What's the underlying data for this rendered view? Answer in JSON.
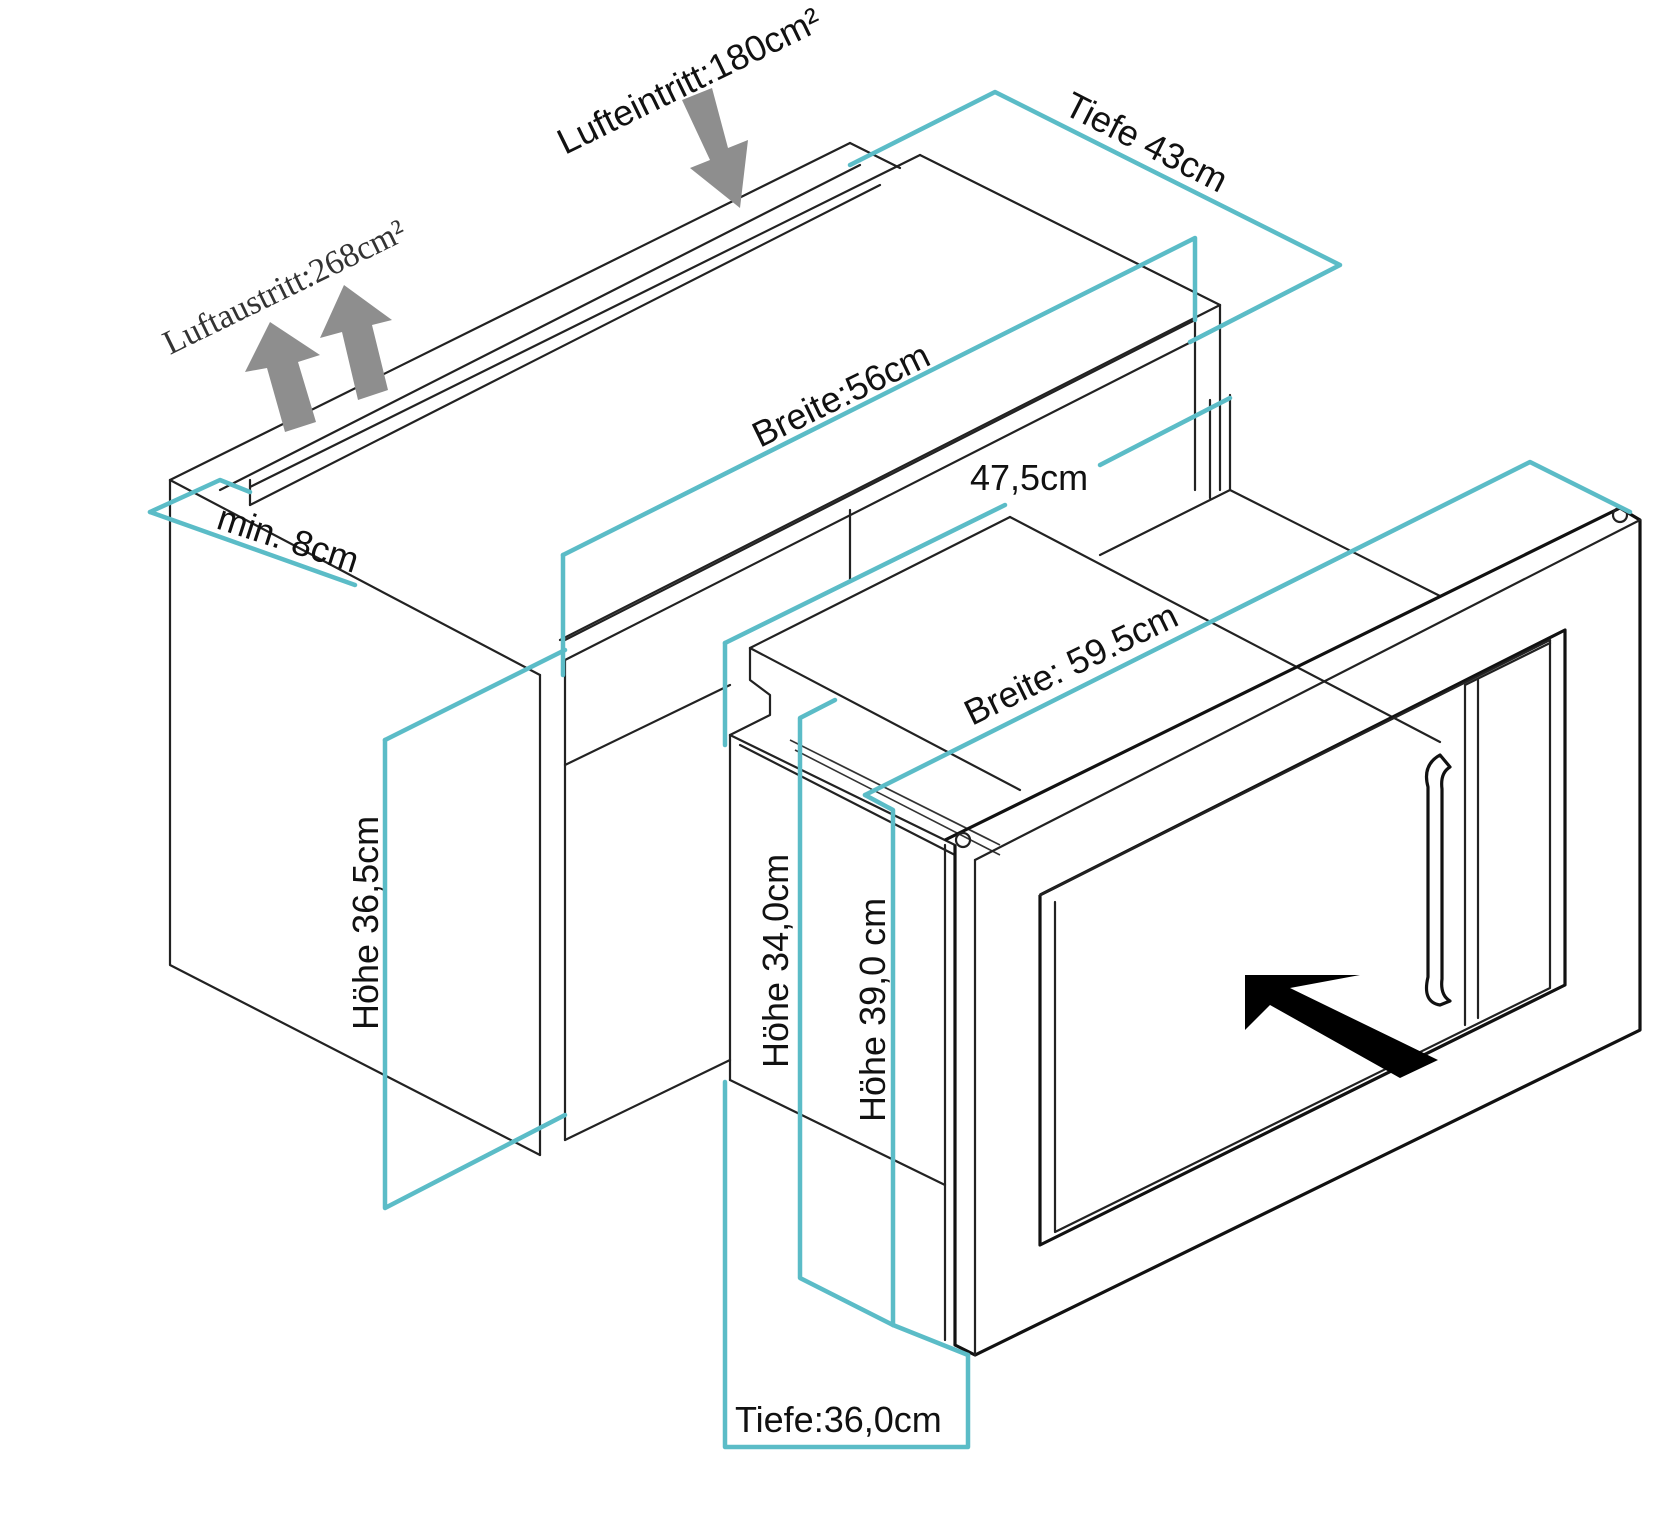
{
  "diagram": {
    "title": "Einbau-Mikrowelle Einbaumaße",
    "colors": {
      "dimension_line": "#5bbcc7",
      "outline": "#222222",
      "airflow_arrow": "#8e8e8e",
      "insert_arrow": "#000000"
    },
    "labels": {
      "air_inlet": "Lufteintritt:180cm²",
      "air_outlet": "Luftaustritt:268cm²",
      "cabinet_depth": "Tiefe 43cm",
      "cabinet_width": "Breite:56cm",
      "min_gap": "min. 8cm",
      "opening_width": "47,5cm",
      "appliance_width": "Breite: 59.5cm",
      "cabinet_height": "Höhe 36,5cm",
      "body_height": "Höhe 34,0cm",
      "front_height": "Höhe 39,0 cm",
      "appliance_depth": "Tiefe:36,0cm"
    },
    "icons": {
      "air_inlet_arrow": "arrow-down-icon",
      "air_outlet_arrows": "arrow-up-icon",
      "insert_direction": "arrow-insert-icon"
    }
  }
}
